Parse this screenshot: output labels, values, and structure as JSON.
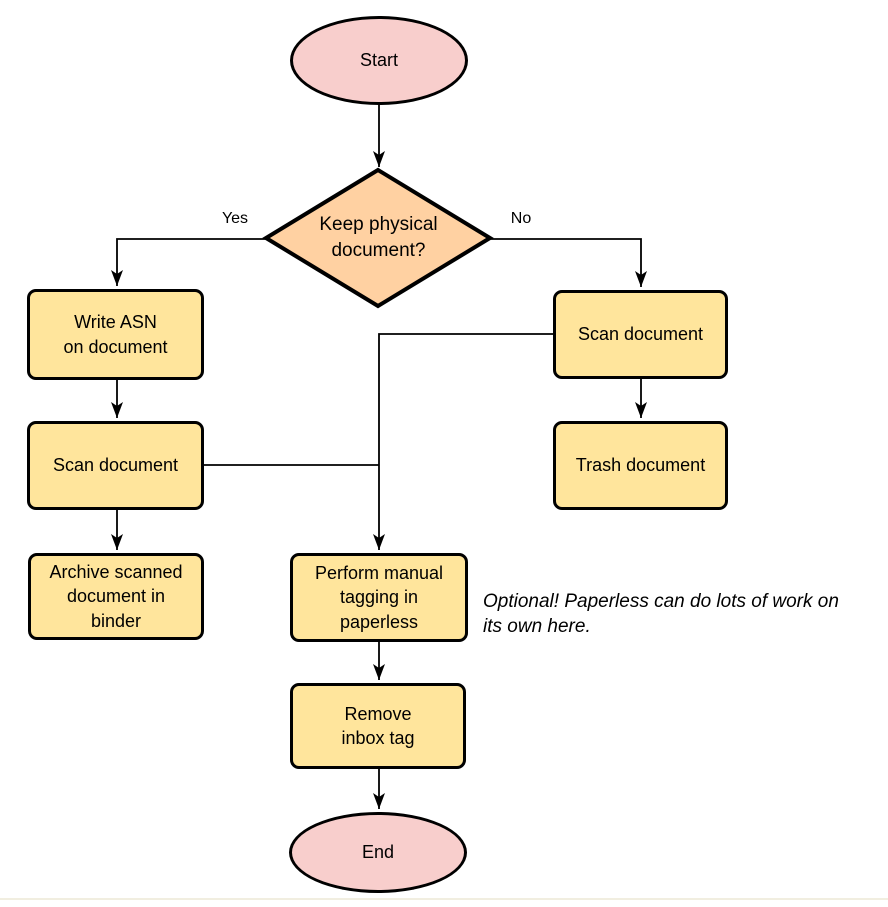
{
  "nodes": {
    "start": {
      "label": "Start",
      "type": "terminator"
    },
    "decision": {
      "label": "Keep physical\ndocument?",
      "type": "decision"
    },
    "write_asn": {
      "label": "Write ASN\non document",
      "type": "process"
    },
    "scan_left": {
      "label": "Scan document",
      "type": "process"
    },
    "archive": {
      "label": "Archive scanned\ndocument in\nbinder",
      "type": "process"
    },
    "scan_right": {
      "label": "Scan document",
      "type": "process"
    },
    "trash": {
      "label": "Trash document",
      "type": "process"
    },
    "tagging": {
      "label": "Perform manual\ntagging in\npaperless",
      "type": "process"
    },
    "remove_inbox": {
      "label": "Remove\ninbox tag",
      "type": "process"
    },
    "end": {
      "label": "End",
      "type": "terminator"
    }
  },
  "edge_labels": {
    "yes": "Yes",
    "no": "No"
  },
  "note": "Optional! Paperless can do lots of work on\nits own here.",
  "colors": {
    "terminator_fill": "#f8cecc",
    "decision_fill": "#ffd1a2",
    "process_fill": "#ffe59c",
    "stroke": "#000000",
    "background": "#ffffff"
  }
}
